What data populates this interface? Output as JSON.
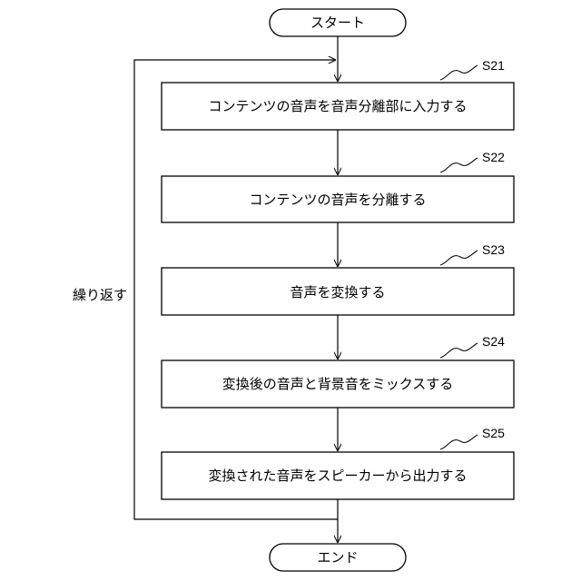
{
  "start": {
    "label": "スタート"
  },
  "end": {
    "label": "エンド"
  },
  "loop": {
    "label": "繰り返す"
  },
  "steps": [
    {
      "id": "S21",
      "text": "コンテンツの音声を音声分離部に入力する"
    },
    {
      "id": "S22",
      "text": "コンテンツの音声を分離する"
    },
    {
      "id": "S23",
      "text": "音声を変換する"
    },
    {
      "id": "S24",
      "text": "変換後の音声と背景音をミックスする"
    },
    {
      "id": "S25",
      "text": "変換された音声をスピーカーから出力する"
    }
  ],
  "colors": {
    "line": "#000000",
    "fill": "#ffffff"
  }
}
